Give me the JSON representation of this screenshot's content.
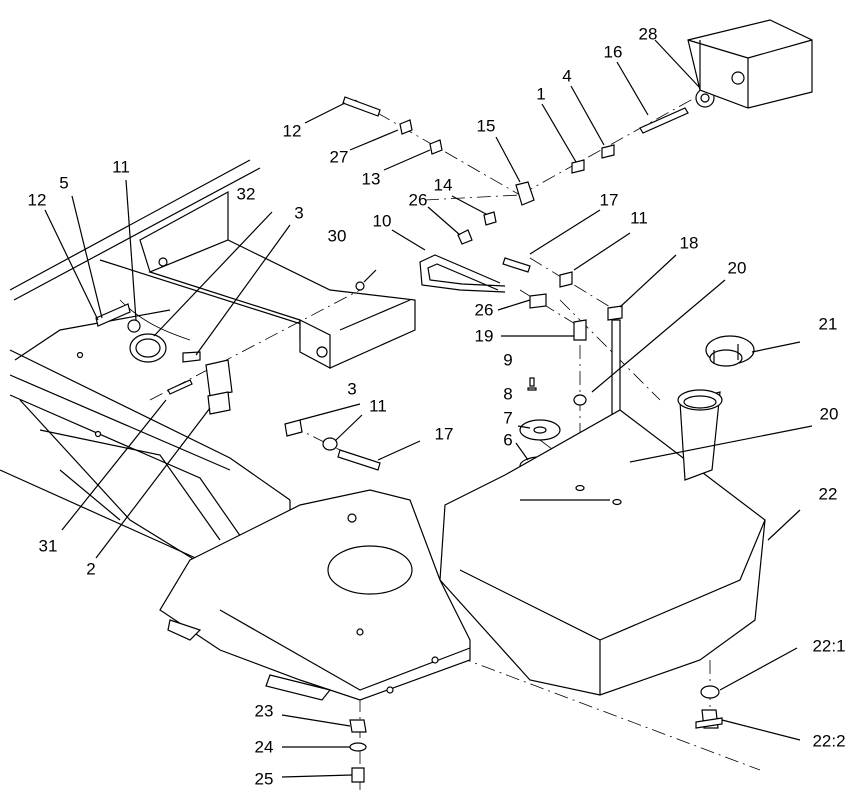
{
  "figure": {
    "type": "exploded parts diagram",
    "callouts": [
      {
        "id": "c1",
        "label": "1"
      },
      {
        "id": "c2",
        "label": "2"
      },
      {
        "id": "c3a",
        "label": "3"
      },
      {
        "id": "c3b",
        "label": "3"
      },
      {
        "id": "c4",
        "label": "4"
      },
      {
        "id": "c5",
        "label": "5"
      },
      {
        "id": "c6",
        "label": "6"
      },
      {
        "id": "c7",
        "label": "7"
      },
      {
        "id": "c8",
        "label": "8"
      },
      {
        "id": "c9",
        "label": "9"
      },
      {
        "id": "c10",
        "label": "10"
      },
      {
        "id": "c11a",
        "label": "11"
      },
      {
        "id": "c11b",
        "label": "11"
      },
      {
        "id": "c11c",
        "label": "11"
      },
      {
        "id": "c12a",
        "label": "12"
      },
      {
        "id": "c12b",
        "label": "12"
      },
      {
        "id": "c13",
        "label": "13"
      },
      {
        "id": "c14",
        "label": "14"
      },
      {
        "id": "c15",
        "label": "15"
      },
      {
        "id": "c16",
        "label": "16"
      },
      {
        "id": "c17a",
        "label": "17"
      },
      {
        "id": "c17b",
        "label": "17"
      },
      {
        "id": "c18",
        "label": "18"
      },
      {
        "id": "c19",
        "label": "19"
      },
      {
        "id": "c20a",
        "label": "20"
      },
      {
        "id": "c20b",
        "label": "20"
      },
      {
        "id": "c21",
        "label": "21"
      },
      {
        "id": "c22",
        "label": "22"
      },
      {
        "id": "c22_1",
        "label": "22:1"
      },
      {
        "id": "c22_2",
        "label": "22:2"
      },
      {
        "id": "c23",
        "label": "23"
      },
      {
        "id": "c24",
        "label": "24"
      },
      {
        "id": "c25",
        "label": "25"
      },
      {
        "id": "c26a",
        "label": "26"
      },
      {
        "id": "c26b",
        "label": "26"
      },
      {
        "id": "c27",
        "label": "27"
      },
      {
        "id": "c28",
        "label": "28"
      },
      {
        "id": "c30",
        "label": "30"
      },
      {
        "id": "c31",
        "label": "31"
      },
      {
        "id": "c32",
        "label": "32"
      }
    ]
  }
}
